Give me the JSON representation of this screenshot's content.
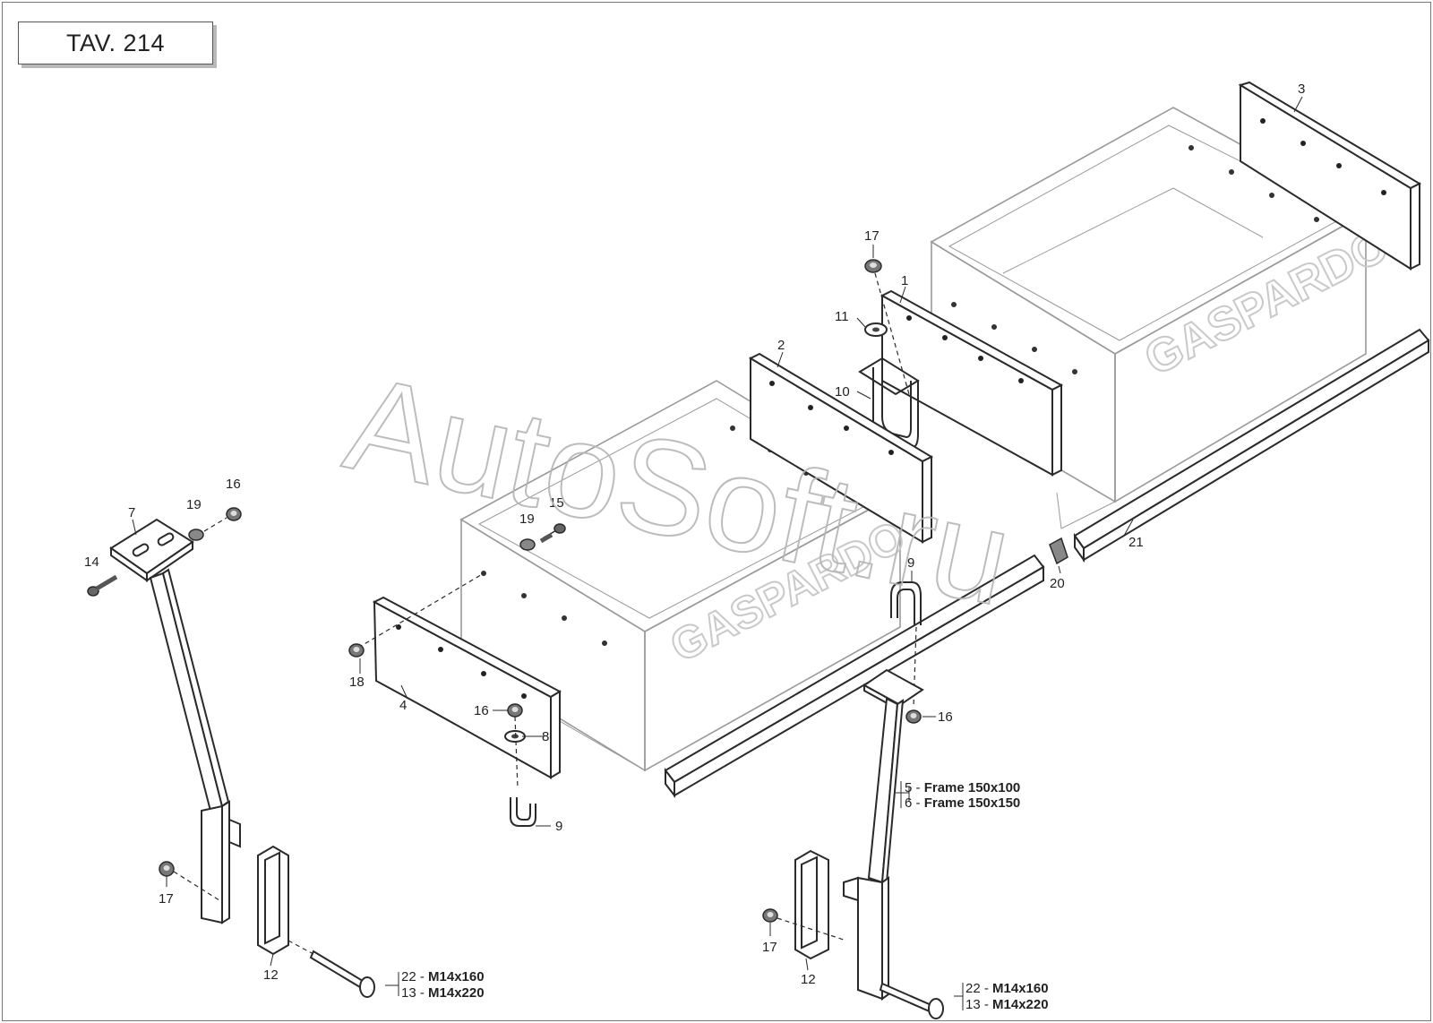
{
  "title": "TAV. 214",
  "watermark": "AutoSoft.ru",
  "brand": "GASPARDO",
  "callouts": [
    {
      "id": "c1",
      "text": "1"
    },
    {
      "id": "c2",
      "text": "2"
    },
    {
      "id": "c3",
      "text": "3"
    },
    {
      "id": "c4",
      "text": "4"
    },
    {
      "id": "c7",
      "text": "7"
    },
    {
      "id": "c8",
      "text": "8"
    },
    {
      "id": "c9a",
      "text": "9"
    },
    {
      "id": "c9b",
      "text": "9"
    },
    {
      "id": "c10",
      "text": "10"
    },
    {
      "id": "c11",
      "text": "11"
    },
    {
      "id": "c12a",
      "text": "12"
    },
    {
      "id": "c12b",
      "text": "12"
    },
    {
      "id": "c14",
      "text": "14"
    },
    {
      "id": "c15",
      "text": "15"
    },
    {
      "id": "c16a",
      "text": "16"
    },
    {
      "id": "c16b",
      "text": "16"
    },
    {
      "id": "c16c",
      "text": "16"
    },
    {
      "id": "c17a",
      "text": "17"
    },
    {
      "id": "c17b",
      "text": "17"
    },
    {
      "id": "c17c",
      "text": "17"
    },
    {
      "id": "c18",
      "text": "18"
    },
    {
      "id": "c19a",
      "text": "19"
    },
    {
      "id": "c19b",
      "text": "19"
    },
    {
      "id": "c20",
      "text": "20"
    },
    {
      "id": "c21",
      "text": "21"
    }
  ],
  "notes": {
    "frame_5_num": "5 - ",
    "frame_5_text": "Frame 150x100",
    "frame_6_num": "6 - ",
    "frame_6_text": "Frame 150x150",
    "bolt_left_22_num": "22 - ",
    "bolt_left_22_text": "M14x160",
    "bolt_left_13_num": "13 - ",
    "bolt_left_13_text": "M14x220",
    "bolt_right_22_num": "22 - ",
    "bolt_right_22_text": "M14x160",
    "bolt_right_13_num": "13 - ",
    "bolt_right_13_text": "M14x220"
  },
  "colors": {
    "line": "#2a2a2a",
    "hopper_line": "#9a9a9a",
    "watermark_stroke": "#c8c8c8",
    "brand_text": "#c9c9c9"
  }
}
